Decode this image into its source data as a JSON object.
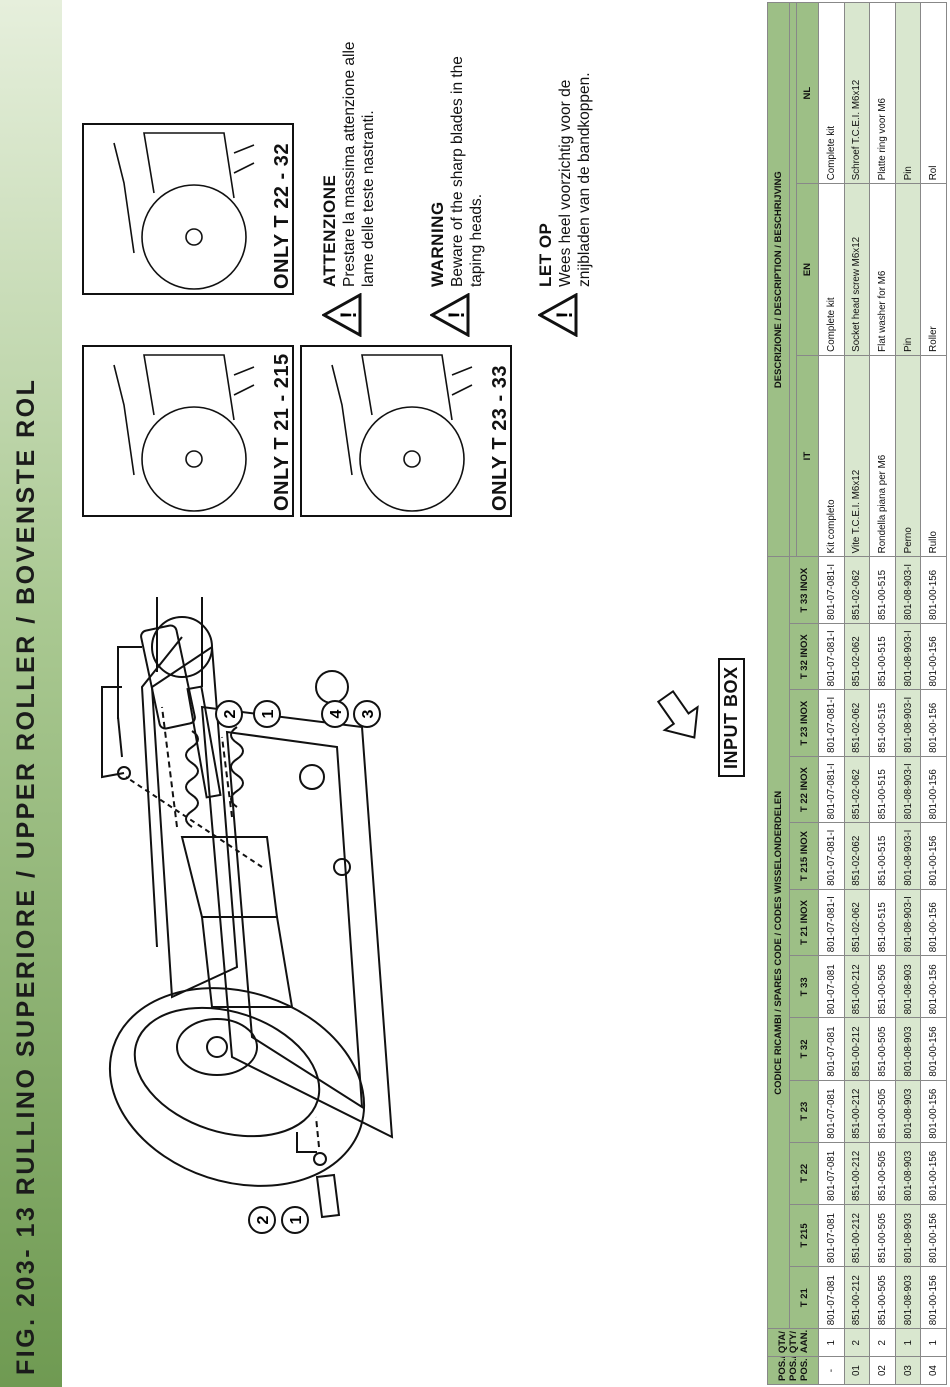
{
  "title": "FIG. 203- 13 RULLINO SUPERIORE / UPPER ROLLER / BOVENSTE ROL",
  "input_box_label": "INPUT BOX",
  "callouts": [
    "1",
    "2",
    "2",
    "1",
    "4",
    "3"
  ],
  "insets": [
    {
      "label": "ONLY T 21 - 215"
    },
    {
      "label": "ONLY T 22 - 32"
    },
    {
      "label": "ONLY T 23 - 33"
    }
  ],
  "warnings": [
    {
      "title": "ATTENZIONE",
      "text1": "Prestare la massima attenzione alle",
      "text2": "lame delle teste nastranti."
    },
    {
      "title": "WARNING",
      "text1": "Beware of the sharp blades in the",
      "text2": "taping heads."
    },
    {
      "title": "LET OP",
      "text1": "Wees heel voorzichtig voor de",
      "text2": "znijbladen van de bandkoppen."
    }
  ],
  "table": {
    "header_pos": [
      "POS./ POS./ POS.",
      "QTA/ QTY/ AAN."
    ],
    "group_codes": "CODICE RICAMBI / SPARES CODE / CODES WISSELONDERDELEN",
    "group_desc": "DESCRIZIONE / DESCRIPTION / BESCHRIJVING",
    "models": [
      "T 21",
      "T 215",
      "T 22",
      "T 23",
      "T 32",
      "T 33",
      "T 21 INOX",
      "T 215 INOX",
      "T 22 INOX",
      "T 23 INOX",
      "T 32 INOX",
      "T 33 INOX"
    ],
    "langs": [
      "IT",
      "EN",
      "NL"
    ],
    "rows": [
      {
        "pos": "-",
        "qty": "1",
        "codes": [
          "801-07-081",
          "801-07-081",
          "801-07-081",
          "801-07-081",
          "801-07-081",
          "801-07-081",
          "801-07-081-I",
          "801-07-081-I",
          "801-07-081-I",
          "801-07-081-I",
          "801-07-081-I",
          "801-07-081-I"
        ],
        "it": "Kit completo",
        "en": "Complete kit",
        "nl": "Complete kit"
      },
      {
        "pos": "01",
        "qty": "2",
        "codes": [
          "851-00-212",
          "851-00-212",
          "851-00-212",
          "851-00-212",
          "851-00-212",
          "851-00-212",
          "851-02-062",
          "851-02-062",
          "851-02-062",
          "851-02-062",
          "851-02-062",
          "851-02-062"
        ],
        "it": "Vite T.C.E.I. M6x12",
        "en": "Socket head screw M6x12",
        "nl": "Schroef T.C.E.I. M6x12"
      },
      {
        "pos": "02",
        "qty": "2",
        "codes": [
          "851-00-505",
          "851-00-505",
          "851-00-505",
          "851-00-505",
          "851-00-505",
          "851-00-505",
          "851-00-515",
          "851-00-515",
          "851-00-515",
          "851-00-515",
          "851-00-515",
          "851-00-515"
        ],
        "it": "Rondella piana per M6",
        "en": "Flat washer for M6",
        "nl": "Platte ring voor M6"
      },
      {
        "pos": "03",
        "qty": "1",
        "codes": [
          "801-08-903",
          "801-08-903",
          "801-08-903",
          "801-08-903",
          "801-08-903",
          "801-08-903",
          "801-08-903-I",
          "801-08-903-I",
          "801-08-903-I",
          "801-08-903-I",
          "801-08-903-I",
          "801-08-903-I"
        ],
        "it": "Perno",
        "en": "Pin",
        "nl": "Pin"
      },
      {
        "pos": "04",
        "qty": "1",
        "codes": [
          "801-00-156",
          "801-00-156",
          "801-00-156",
          "801-00-156",
          "801-00-156",
          "801-00-156",
          "801-00-156",
          "801-00-156",
          "801-00-156",
          "801-00-156",
          "801-00-156",
          "801-00-156"
        ],
        "it": "Rullo",
        "en": "Roller",
        "nl": "Rol"
      }
    ]
  },
  "colors": {
    "header_green": "#9dbf86",
    "row_alt": "#d9e7cf",
    "title_green": "#6f9a52"
  }
}
